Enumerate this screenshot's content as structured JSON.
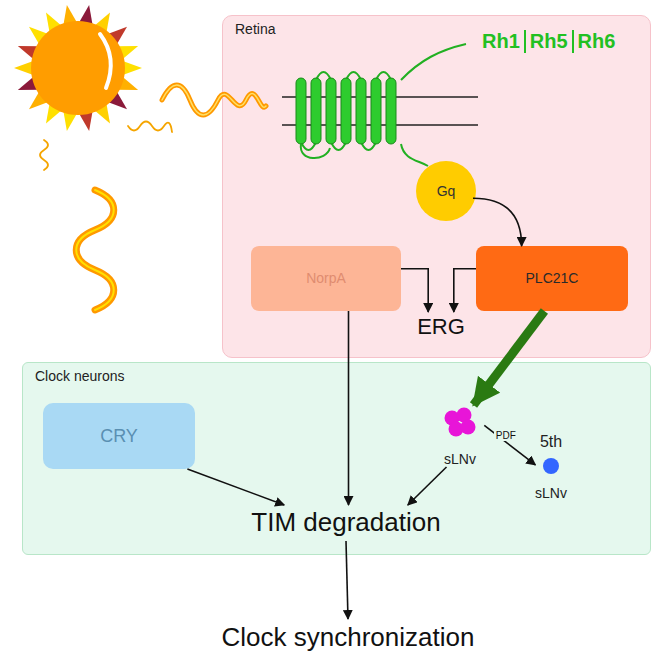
{
  "diagram": {
    "nodes": [
      {
        "text": [
          "Retina"
        ]
      },
      {
        "text": [
          "Gq"
        ],
        "in": 0
      },
      {
        "text": [
          "NorpA"
        ],
        "in": 0
      },
      {
        "text": [
          "PLC21C"
        ],
        "in": 0
      },
      {
        "text": [
          "ERG"
        ],
        "in": 0
      },
      {
        "text": [
          "Clock neurons"
        ]
      },
      {
        "text": [
          "CRY"
        ],
        "in": 5
      },
      {
        "text": [
          "sLNv"
        ],
        "in": 5
      },
      {
        "text": [
          "5th",
          "sLNv"
        ],
        "in": 5
      },
      {
        "text": [
          "TIM degradation"
        ],
        "in": 5
      },
      {
        "text": [
          "Clock synchronization"
        ]
      }
    ],
    "edges": [
      {
        "from": 1,
        "to": 3,
        "arrow": "to"
      },
      {
        "from": 2,
        "to": 4,
        "arrow": "to"
      },
      {
        "from": 3,
        "to": 4,
        "arrow": "to"
      },
      {
        "from": 3,
        "to": 7,
        "arrow": "to"
      },
      {
        "from": 2,
        "to": 9,
        "arrow": "to"
      },
      {
        "from": 6,
        "to": 9,
        "arrow": "to"
      },
      {
        "from": 7,
        "to": 8,
        "label": "PDF",
        "arrow": "to"
      },
      {
        "from": 7,
        "to": 9,
        "arrow": "to"
      },
      {
        "from": 9,
        "to": 10,
        "arrow": "to"
      }
    ],
    "labels": [
      "Rh1",
      "Rh5",
      "Rh6"
    ]
  }
}
